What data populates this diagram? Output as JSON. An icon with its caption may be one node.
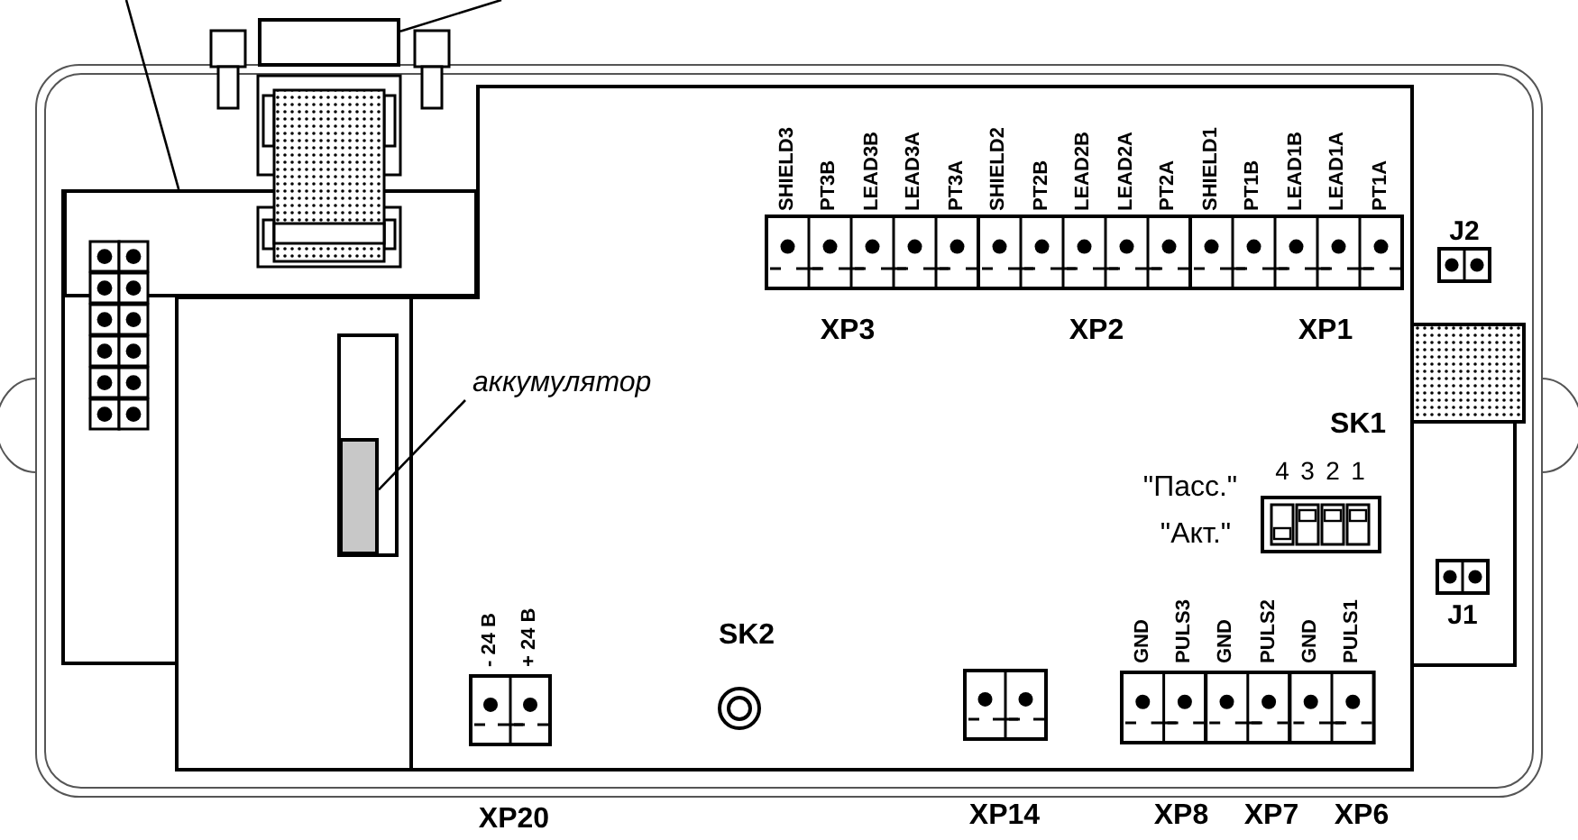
{
  "diagram": {
    "nodes": [
      {
        "text": [],
        "shape": "box"
      },
      {
        "text": [],
        "shape": "box"
      },
      {
        "text": [
          "аккумулятор"
        ]
      },
      {
        "text": [],
        "shape": "bar"
      }
    ],
    "edges": [
      {
        "from": null,
        "to": 0,
        "arrow": "none"
      },
      {
        "from": null,
        "to": 1,
        "arrow": "none"
      },
      {
        "from": 2,
        "to": 3,
        "arrow": "none"
      }
    ],
    "labels": [
      "SHIELD3",
      "PT3B",
      "LEAD3B",
      "LEAD3A",
      "PT3A",
      "SHIELD2",
      "PT2B",
      "LEAD2B",
      "LEAD2A",
      "PT2A",
      "SHIELD1",
      "PT1B",
      "LEAD1B",
      "LEAD1A",
      "PT1A",
      "J2",
      "XP3",
      "XP2",
      "XP1",
      "SK1",
      "4",
      "3",
      "2",
      "1",
      "\"Пасс.\"",
      "\"Акт.\"",
      "J1",
      "- 24 В",
      "+ 24 В",
      "SK2",
      "GND",
      "PULS3",
      "GND",
      "PULS2",
      "GND",
      "PULS1",
      "XP20",
      "XP14",
      "XP8",
      "XP7",
      "XP6"
    ]
  }
}
